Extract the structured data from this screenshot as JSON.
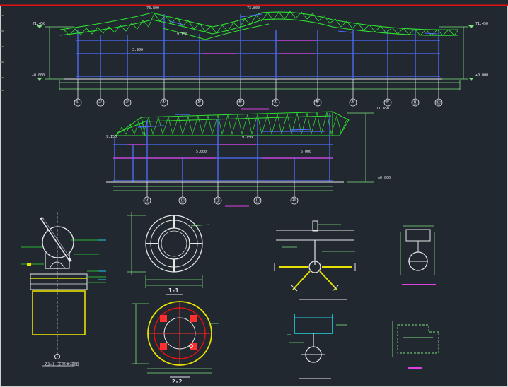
{
  "colors": {
    "background": "#212830",
    "frame_red": "#e01010",
    "frame_white": "#cfcfcf",
    "truss_green": "#2fe02f",
    "column_blue": "#4f6fff",
    "beam_magenta": "#e040e0",
    "dim_green": "#7de07d",
    "yellow": "#e8e000",
    "cyan": "#20d0e0",
    "white": "#e6e6e6",
    "red_marker": "#ff3030"
  },
  "elevation1": {
    "top_labels": [
      "73.800",
      "73.800"
    ],
    "level_labels_left": [
      "71.450",
      "±0.000"
    ],
    "level_labels_right": [
      "71.450",
      "±0.000"
    ],
    "inner_labels": [
      "9.150",
      "3.900"
    ],
    "axes": [
      "①",
      "②",
      "③",
      "④",
      "⑤",
      "⑥",
      "⑦",
      "⑧",
      "⑨",
      "⑩",
      "⑪",
      "⑫"
    ]
  },
  "elevation2": {
    "labels": [
      "9.150",
      "9.150",
      "5.000",
      "5.000"
    ],
    "right_labels": [
      "11.450",
      "±0.000"
    ],
    "axes": [
      "⑭",
      "⑬",
      "⑫",
      "⑪",
      "⑩"
    ]
  },
  "details": {
    "section_1_title": "1-1",
    "section_2_title": "2-2",
    "support_title": "ZJ-1 支座大样图"
  }
}
